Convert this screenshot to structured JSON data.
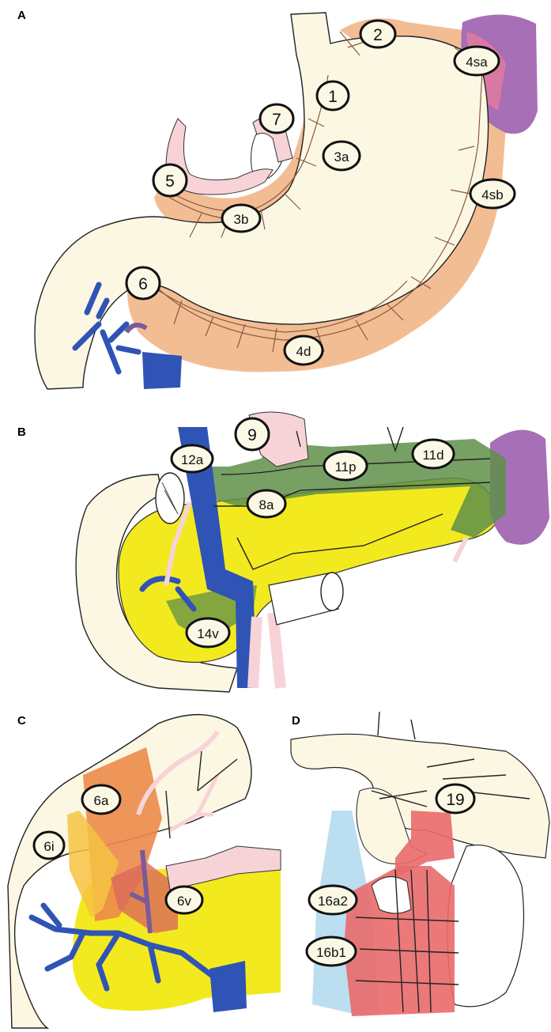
{
  "colors": {
    "stomach": "#fbf7e3",
    "lymph_zone_orange": "#f2b98e",
    "spleen": "#a76fb5",
    "pancreas": "#f2ea1f",
    "green_zone": "#5f8f4a",
    "vein_blue": "#2f54b5",
    "artery_pink": "#f7d3d8",
    "red_zone": "#e96a6a",
    "light_blue_zone": "#b7ddf0",
    "yellow_orange_zone": "#f6c341",
    "dark_orange_zone": "#ec8a4a"
  },
  "panels": [
    {
      "letter": "A",
      "stations": [
        "2",
        "4sa",
        "1",
        "7",
        "3a",
        "5",
        "4sb",
        "3b",
        "6",
        "4d"
      ]
    },
    {
      "letter": "B",
      "stations": [
        "9",
        "12a",
        "11p",
        "11d",
        "8a",
        "14v"
      ]
    },
    {
      "letter": "C",
      "stations": [
        "6a",
        "6i",
        "6v"
      ]
    },
    {
      "letter": "D",
      "stations": [
        "19",
        "16a2",
        "16b1"
      ]
    }
  ]
}
